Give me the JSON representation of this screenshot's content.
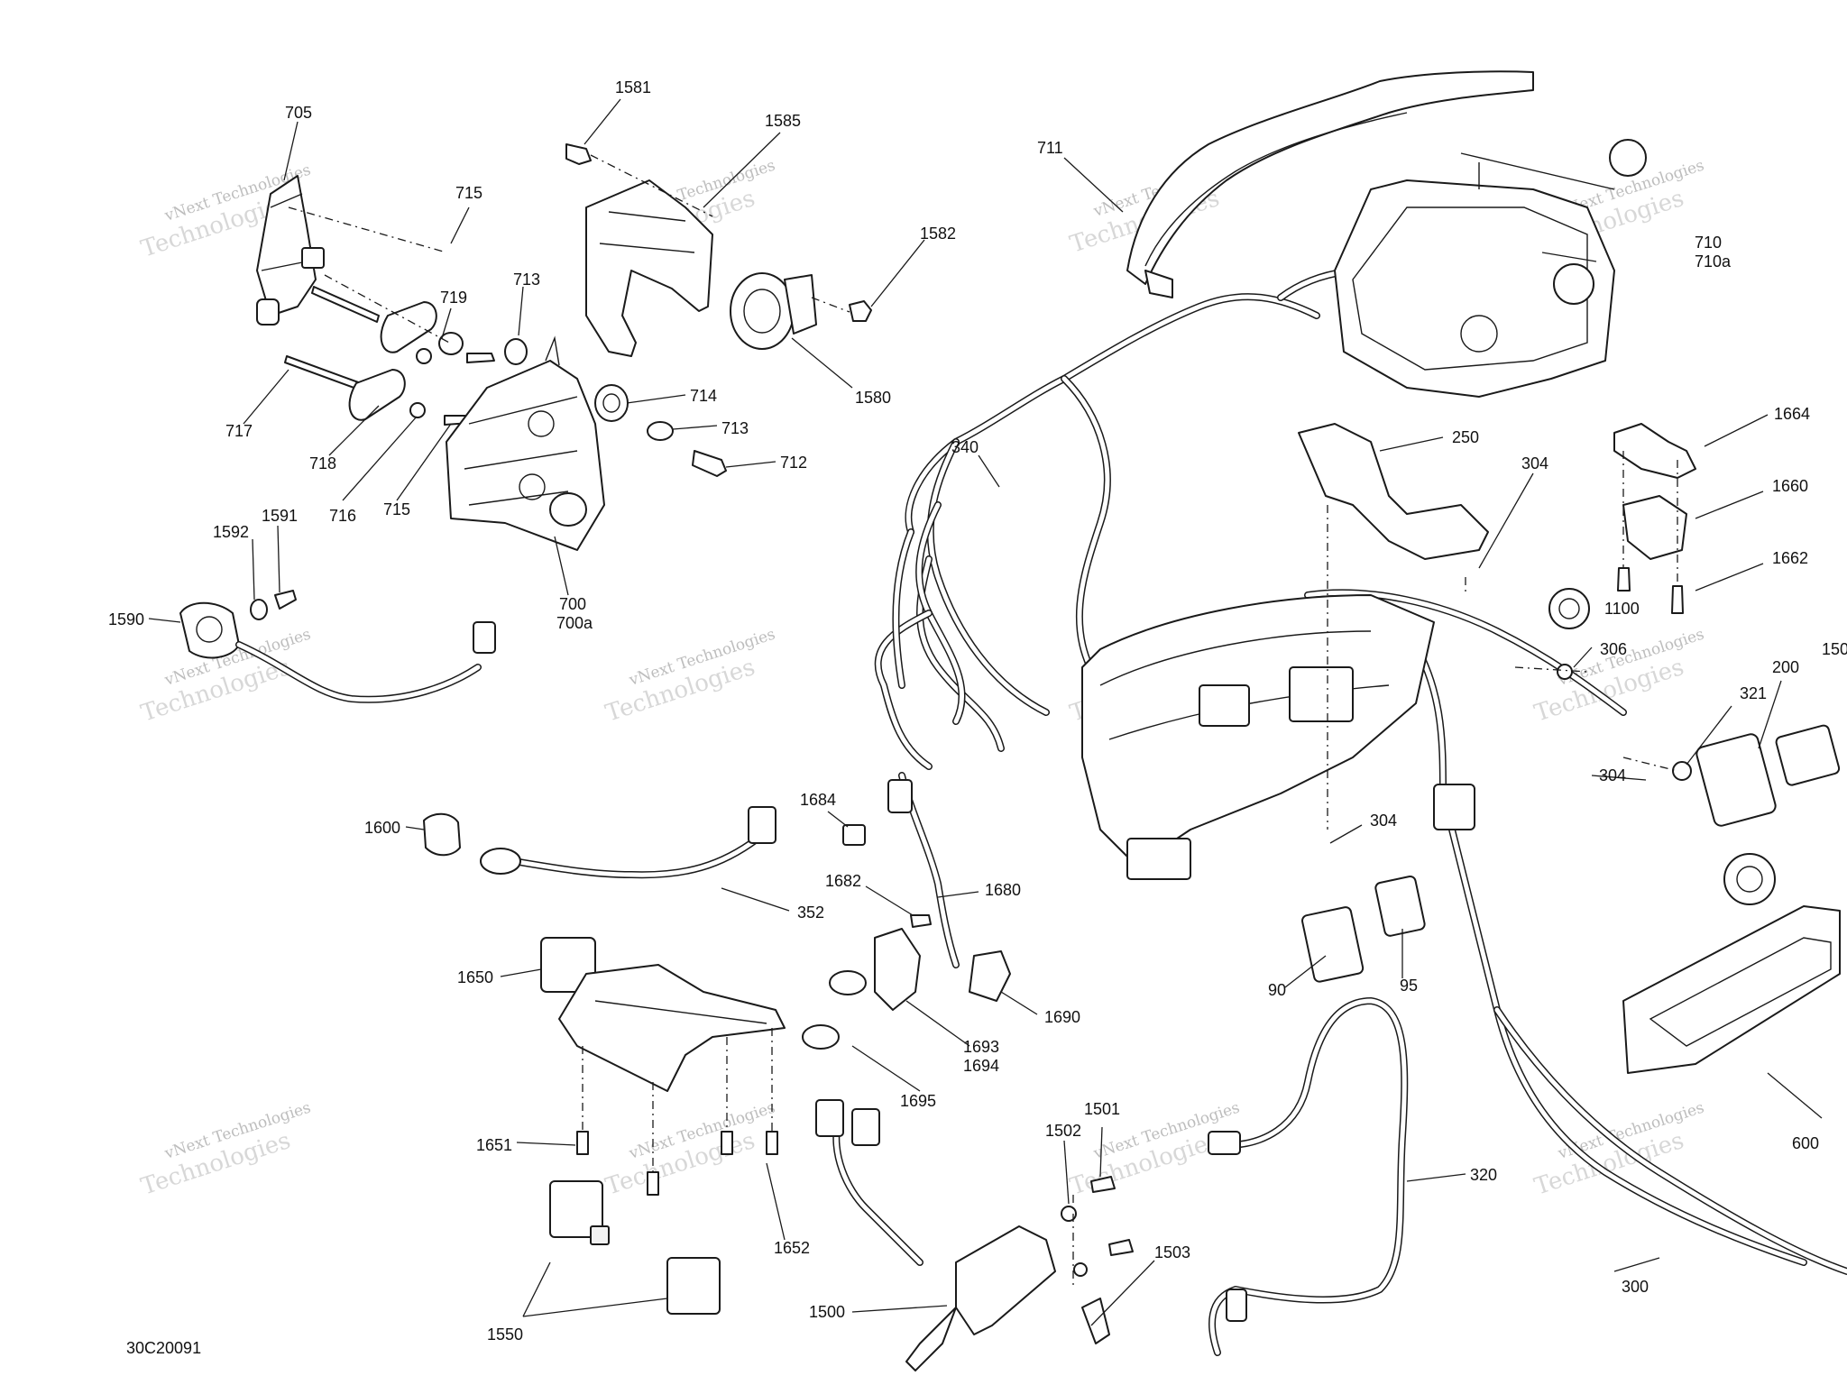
{
  "document_code": "30C20091",
  "watermark": {
    "line1": "vNext Technologies",
    "line2": "Technologies"
  },
  "callouts": [
    {
      "id": "c705",
      "text": "705"
    },
    {
      "id": "c715a",
      "text": "715"
    },
    {
      "id": "c719",
      "text": "719"
    },
    {
      "id": "c713a",
      "text": "713"
    },
    {
      "id": "c717",
      "text": "717"
    },
    {
      "id": "c718",
      "text": "718"
    },
    {
      "id": "c716",
      "text": "716"
    },
    {
      "id": "c715b",
      "text": "715"
    },
    {
      "id": "c714",
      "text": "714"
    },
    {
      "id": "c713b",
      "text": "713"
    },
    {
      "id": "c712",
      "text": "712"
    },
    {
      "id": "c700",
      "text": "700"
    },
    {
      "id": "c700a",
      "text": "700a"
    },
    {
      "id": "c1581",
      "text": "1581"
    },
    {
      "id": "c1585",
      "text": "1585"
    },
    {
      "id": "c1582",
      "text": "1582"
    },
    {
      "id": "c1580",
      "text": "1580"
    },
    {
      "id": "c711",
      "text": "711"
    },
    {
      "id": "c710",
      "text": "710"
    },
    {
      "id": "c710a",
      "text": "710a"
    },
    {
      "id": "c340",
      "text": "340"
    },
    {
      "id": "c250",
      "text": "250"
    },
    {
      "id": "c304a",
      "text": "304"
    },
    {
      "id": "c1664",
      "text": "1664"
    },
    {
      "id": "c1660",
      "text": "1660"
    },
    {
      "id": "c1662",
      "text": "1662"
    },
    {
      "id": "c1100",
      "text": "1100"
    },
    {
      "id": "c306",
      "text": "306"
    },
    {
      "id": "c321",
      "text": "321"
    },
    {
      "id": "c200",
      "text": "200"
    },
    {
      "id": "c150",
      "text": "150"
    },
    {
      "id": "c304b",
      "text": "304"
    },
    {
      "id": "c304c",
      "text": "304"
    },
    {
      "id": "c1592",
      "text": "1592"
    },
    {
      "id": "c1591",
      "text": "1591"
    },
    {
      "id": "c1590",
      "text": "1590"
    },
    {
      "id": "c1600",
      "text": "1600"
    },
    {
      "id": "c352",
      "text": "352"
    },
    {
      "id": "c1684",
      "text": "1684"
    },
    {
      "id": "c1682",
      "text": "1682"
    },
    {
      "id": "c1680",
      "text": "1680"
    },
    {
      "id": "c1690",
      "text": "1690"
    },
    {
      "id": "c1693",
      "text": "1693"
    },
    {
      "id": "c1694",
      "text": "1694"
    },
    {
      "id": "c1695",
      "text": "1695"
    },
    {
      "id": "c1650",
      "text": "1650"
    },
    {
      "id": "c1651",
      "text": "1651"
    },
    {
      "id": "c1652",
      "text": "1652"
    },
    {
      "id": "c1550",
      "text": "1550"
    },
    {
      "id": "c1502",
      "text": "1502"
    },
    {
      "id": "c1501",
      "text": "1501"
    },
    {
      "id": "c1503",
      "text": "1503"
    },
    {
      "id": "c1500",
      "text": "1500"
    },
    {
      "id": "c90",
      "text": "90"
    },
    {
      "id": "c95",
      "text": "95"
    },
    {
      "id": "c320",
      "text": "320"
    },
    {
      "id": "c300",
      "text": "300"
    },
    {
      "id": "c600",
      "text": "600"
    }
  ]
}
